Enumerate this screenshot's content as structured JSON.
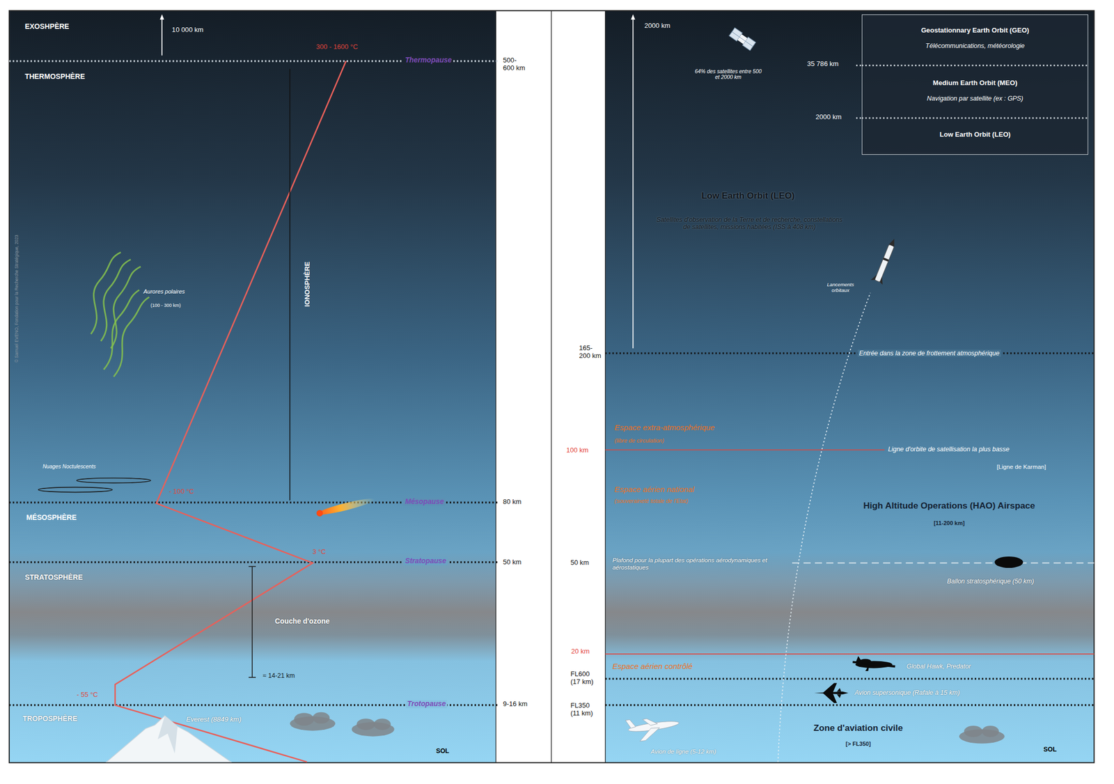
{
  "diagram": {
    "nodes": [
      {
        "text": [
          "Geostationnary Earth Orbit (GEO)",
          "Télécommunications, météorologie",
          "Medium Earth Orbit (MEO)",
          "Navigation par satellite (ex : GPS)",
          "Low Earth Orbit (LEO)"
        ]
      }
    ],
    "labels": [
      "EXOSHPÈRE",
      "10 000 km",
      "300 - 1600 °C",
      "Thermopause",
      "THERMOSPHÈRE",
      "IONOSPHÈRE",
      "© Samuel EVENO, Fondation pour la Recherche Stratégique, 2023",
      "Aurores polaires",
      "(100 - 300 km)",
      "Nuages Noctulescents",
      "- 100 °C",
      "Mésopause",
      "MÉSOSPHÈRE",
      "3 °C",
      "Stratopause",
      "STRATOSPHÈRE",
      "Couche d'ozone",
      "≈ 14-21 km",
      "- 55 °C",
      "Trotopause",
      "TROPOSPHÈRE",
      "Everest (8849 km)",
      "SOL",
      "500- 600 km",
      "80 km",
      "50 km",
      "9-16 km",
      "165- 200 km",
      "100 km",
      "50 km",
      "20 km",
      "FL600 (17 km)",
      "FL350 (11 km)",
      "2000 km",
      "64% des satellites entre 500 et 2000 km",
      "35 786 km",
      "2000 km",
      "Low Earth Orbit (LEO)",
      "Satellites d'observation de la Terre et de recherche, constellations de satellites, missions habitées (ISS à 408 km)",
      "Lancements orbitaux",
      "Entrée dans la zone de frottement atmosphérique",
      "Espace extra-atmosphérique",
      "(libre de circulation)",
      "Ligne d'orbite de satellisation la plus basse",
      "[Ligne de Karman]",
      "Espace aérien national",
      "(souveraineté totale de l'Etat)",
      "High Altitude Operations (HAO) Airspace",
      "[11-200 km]",
      "Plafond pour la plupart des opérations aérodynamiques et aérostatiques",
      "Ballon stratosphérique (50 km)",
      "Espace aérien contrôlé",
      "Global Hawk, Predator",
      "Avion supersonique (Rafale à 15 km)",
      "Zone d'aviation civile",
      "[> FL350]",
      "Avion de ligne (5-12 km)",
      "SOL"
    ]
  }
}
